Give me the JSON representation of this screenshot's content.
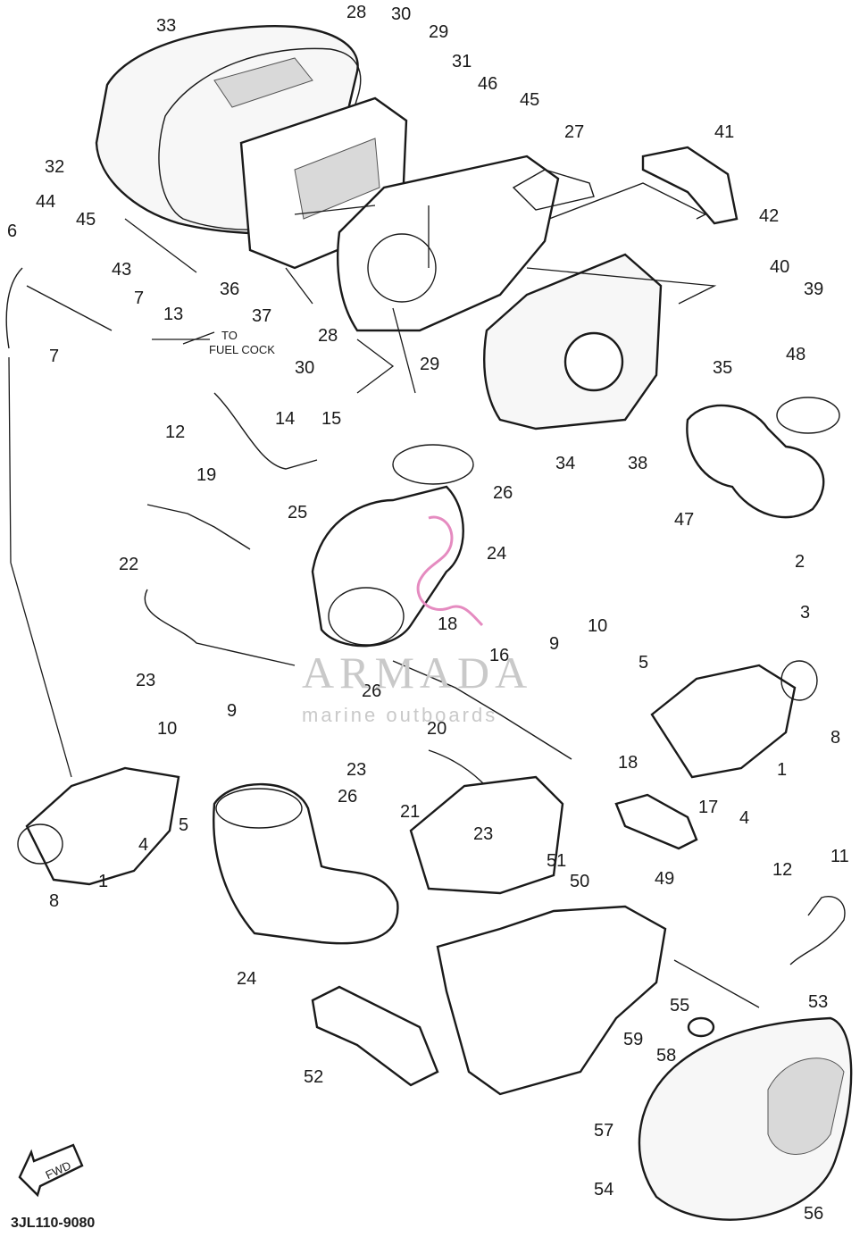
{
  "diagram": {
    "part_numbers": [
      "1",
      "2",
      "3",
      "4",
      "5",
      "6",
      "7",
      "8",
      "9",
      "10",
      "11",
      "12",
      "13",
      "14",
      "15",
      "16",
      "17",
      "18",
      "19",
      "20",
      "21",
      "22",
      "23",
      "24",
      "25",
      "26",
      "27",
      "28",
      "29",
      "30",
      "31",
      "32",
      "33",
      "34",
      "35",
      "36",
      "37",
      "38",
      "39",
      "40",
      "41",
      "42",
      "43",
      "44",
      "45",
      "46",
      "47",
      "48",
      "49",
      "50",
      "51",
      "52",
      "53",
      "54",
      "55",
      "56",
      "57",
      "58",
      "59"
    ],
    "callouts": [
      "33",
      "28",
      "30",
      "29",
      "31",
      "46",
      "45",
      "27",
      "41",
      "32",
      "44",
      "45",
      "43",
      "42",
      "40",
      "39",
      "6",
      "7",
      "13",
      "36",
      "37",
      "28",
      "30",
      "29",
      "35",
      "7",
      "12",
      "14",
      "15",
      "34",
      "38",
      "48",
      "26",
      "47",
      "19",
      "25",
      "24",
      "22",
      "18",
      "2",
      "3",
      "10",
      "9",
      "5",
      "23",
      "26",
      "16",
      "20",
      "8",
      "9",
      "10",
      "23",
      "21",
      "18",
      "17",
      "4",
      "1",
      "26",
      "5",
      "4",
      "8",
      "1",
      "23",
      "51",
      "50",
      "49",
      "12",
      "11",
      "24",
      "53",
      "55",
      "59",
      "58",
      "52",
      "57",
      "54",
      "56"
    ],
    "fuel_note_line1": "TO",
    "fuel_note_line2": "FUEL COCK",
    "diagram_code": "3JL110-9080",
    "forward_arrow_label": "FWD"
  },
  "watermark": {
    "title": "ARMADA",
    "subtitle": "marine outboards",
    "logo_color": "#e58bc0",
    "text_color": "#c9c9c9"
  }
}
